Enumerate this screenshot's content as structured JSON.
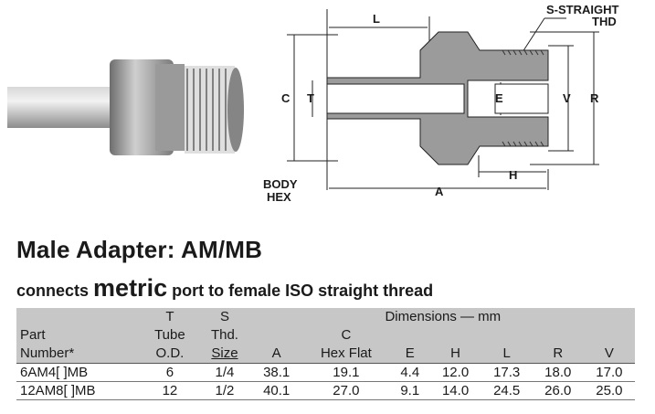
{
  "drawing_labels": {
    "l": "L",
    "s_line1": "S-STRAIGHT",
    "s_line2": "THD",
    "c": "C",
    "t": "T",
    "e": "E",
    "v": "V",
    "r": "R",
    "h": "H",
    "a": "A",
    "body_hex_line1": "BODY",
    "body_hex_line2": "HEX"
  },
  "title": "Male Adapter: AM/MB",
  "subtitle": {
    "pre": "connects",
    "emph": "metric",
    "post": "port to female ISO straight thread"
  },
  "table": {
    "header": {
      "row1": [
        "",
        "T",
        "S",
        "Dimensions — mm"
      ],
      "row2": [
        "Part",
        "Tube",
        "Thd.",
        "",
        "C",
        "",
        "",
        "",
        "",
        ""
      ],
      "row3": [
        "Number*",
        "O.D.",
        "Size",
        "A",
        "Hex Flat",
        "E",
        "H",
        "L",
        "R",
        "V"
      ]
    },
    "rows": [
      [
        "6AM4[ ]MB",
        "6",
        "1/4",
        "38.1",
        "19.1",
        "4.4",
        "12.0",
        "17.3",
        "18.0",
        "17.0"
      ],
      [
        "12AM8[ ]MB",
        "12",
        "1/2",
        "40.1",
        "27.0",
        "9.1",
        "14.0",
        "24.5",
        "26.0",
        "25.0"
      ]
    ]
  }
}
